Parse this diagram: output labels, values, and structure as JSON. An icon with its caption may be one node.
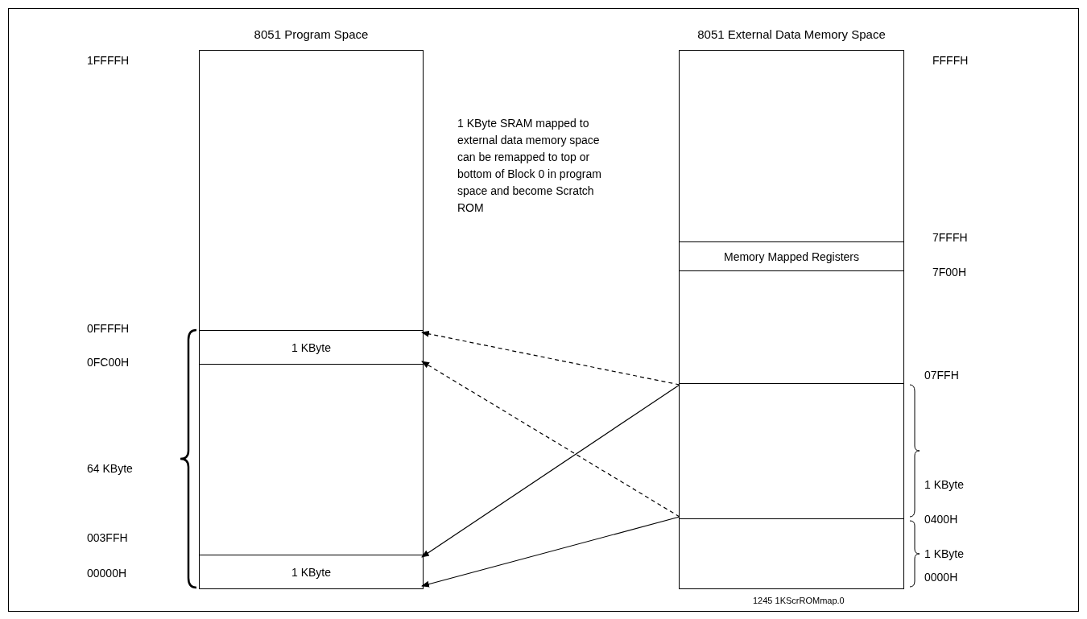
{
  "diagram": {
    "nodes": [
      {
        "text": [
          "8051 Program Space"
        ]
      },
      {
        "text": [],
        "shape": "box",
        "in": 0
      },
      {
        "text": [
          "1 KByte"
        ],
        "in": 0
      },
      {
        "text": [],
        "shape": "box",
        "in": 0
      },
      {
        "text": [
          "1 KByte"
        ],
        "in": 0
      },
      {
        "text": [
          "8051 External Data Memory Space"
        ]
      },
      {
        "text": [],
        "shape": "box",
        "in": 5
      },
      {
        "text": [
          "Memory Mapped Registers"
        ],
        "in": 5
      },
      {
        "text": [],
        "shape": "box",
        "in": 5
      },
      {
        "text": [],
        "shape": "box",
        "in": 5
      },
      {
        "text": [],
        "shape": "box",
        "in": 5
      }
    ],
    "edges": [
      {
        "from": 9,
        "to": 2,
        "arrow": "to",
        "style": "dashed"
      },
      {
        "from": 9,
        "to": 2,
        "arrow": "to",
        "style": "dashed"
      },
      {
        "from": 9,
        "to": 4,
        "arrow": "to"
      },
      {
        "from": 9,
        "to": 4,
        "arrow": "to"
      }
    ],
    "labels": [
      "1FFFFH",
      "FFFFH",
      "1 KByte SRAM mapped to external data memory space can be remapped to top or bottom of Block 0 in program space and become Scratch ROM",
      "7FFFH",
      "7F00H",
      "0FFFFH",
      "0FC00H",
      "64 KByte",
      "07FFH",
      "1 KByte",
      "0400H",
      "003FFH",
      "1 KByte",
      "00000H",
      "0000H",
      "1245 1KScrROMmap.0"
    ]
  }
}
